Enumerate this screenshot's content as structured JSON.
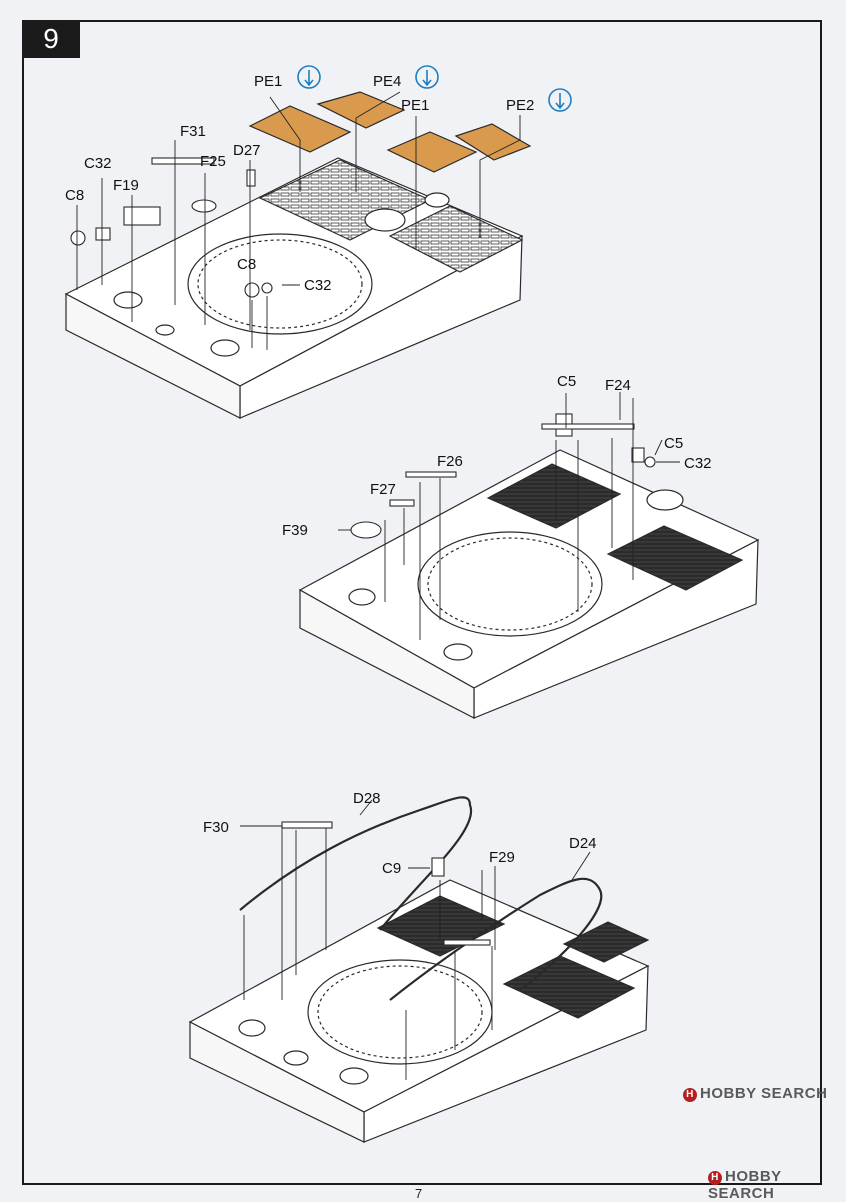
{
  "step": {
    "number": "9"
  },
  "page_number": "7",
  "colors": {
    "photo_etch": "#d99a4d",
    "outline": "#2a2a2a",
    "info_icon": "#1c7fc1",
    "dark_grate": "#2b2b2b"
  },
  "panel1": {
    "labels": {
      "pe1_a": "PE1",
      "pe4": "PE4",
      "pe1_b": "PE1",
      "pe2": "PE2",
      "f31": "F31",
      "f25": "F25",
      "d27": "D27",
      "c32_a": "C32",
      "f19": "F19",
      "c8_a": "C8",
      "c8_b": "C8",
      "c32_b": "C32"
    },
    "icons": [
      "info-icon",
      "info-icon",
      "info-icon"
    ]
  },
  "panel2": {
    "labels": {
      "c5_a": "C5",
      "f24": "F24",
      "c5_b": "C5",
      "c32": "C32",
      "f26": "F26",
      "f27": "F27",
      "f39": "F39"
    }
  },
  "panel3": {
    "labels": {
      "d28": "D28",
      "f30": "F30",
      "c9": "C9",
      "f29": "F29",
      "d24": "D24"
    }
  },
  "watermark": {
    "brand_a": "HOBBY SEARCH",
    "brand_b": "HOBBY SEARCH"
  }
}
